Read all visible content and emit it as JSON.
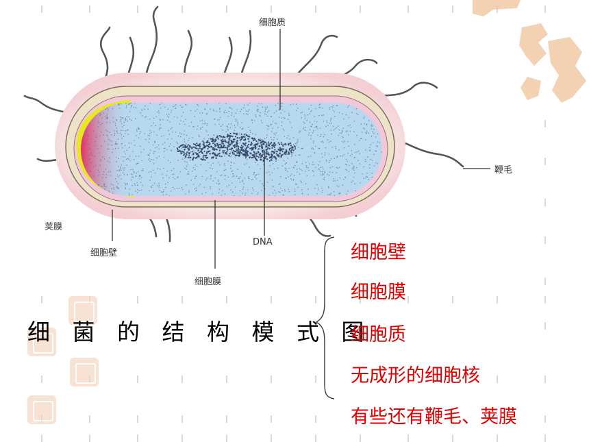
{
  "labels": {
    "cytoplasm": "细胞质",
    "flagellum": "鞭毛",
    "capsule": "荚膜",
    "cell_wall": "细胞壁",
    "dna": "DNA",
    "cell_membrane": "细胞膜"
  },
  "title": "细 菌 的 结 构 模 式 图",
  "structure_list": [
    "细胞壁",
    "细胞膜",
    "细胞质",
    "无成形的细胞核",
    "有些还有鞭毛、荚膜"
  ],
  "colors": {
    "list_text": "#e00000",
    "cytoplasm_fill": "#b7d8ee",
    "capsule_fill": "#f6dede",
    "cell_wall_fill": "#ede3c8",
    "membrane_yellow": "#e8e820",
    "membrane_pink": "#e24a73",
    "dna_dots": "#3a4a6a"
  }
}
